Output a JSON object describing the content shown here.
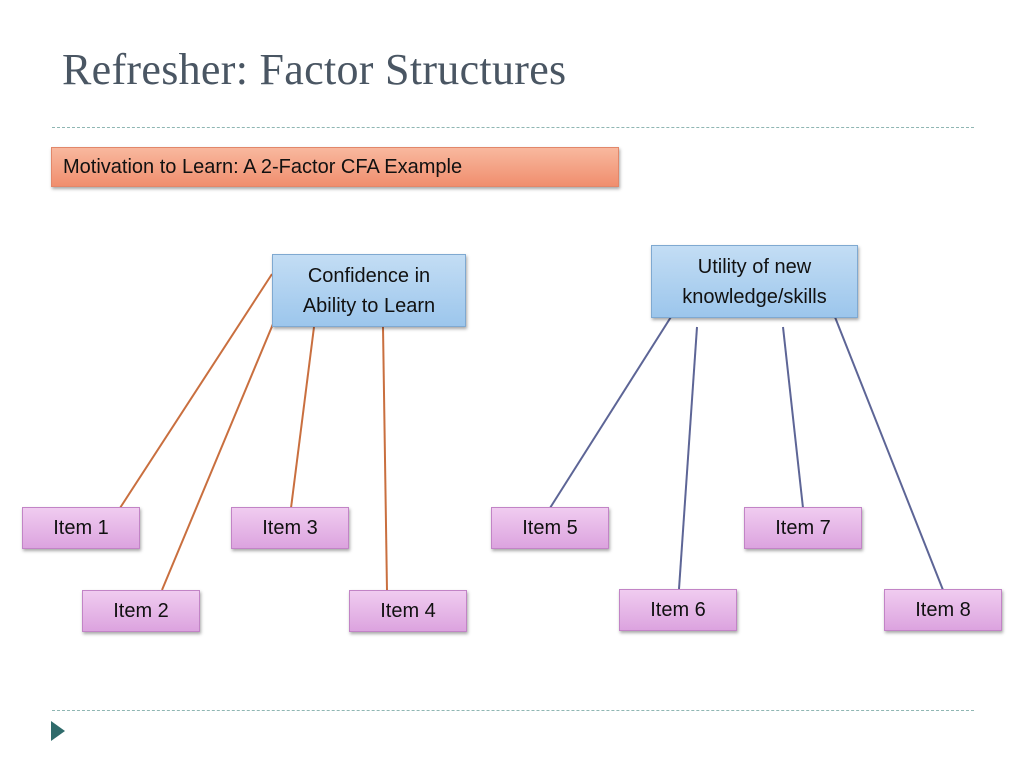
{
  "slide": {
    "title": "Refresher: Factor Structures",
    "subtitle": "Motivation to Learn: A 2-Factor CFA Example"
  },
  "factors": [
    {
      "label_line1": "Confidence in",
      "label_line2": "Ability to Learn",
      "link_color": "#c96f3f"
    },
    {
      "label_line1": "Utility of new",
      "label_line2": "knowledge/skills",
      "link_color": "#5d6596"
    }
  ],
  "items": [
    "Item 1",
    "Item 2",
    "Item 3",
    "Item 4",
    "Item 5",
    "Item 6",
    "Item 7",
    "Item 8"
  ],
  "colors": {
    "title": "#4a5663",
    "factor_fill": "#a8cdef",
    "item_fill": "#e4b2e6",
    "subtitle_fill": "#f4a083",
    "rule": "#8fb6b3",
    "bullet": "#2f6b6b"
  },
  "icons": {
    "bullet": "triangle-right-icon"
  }
}
